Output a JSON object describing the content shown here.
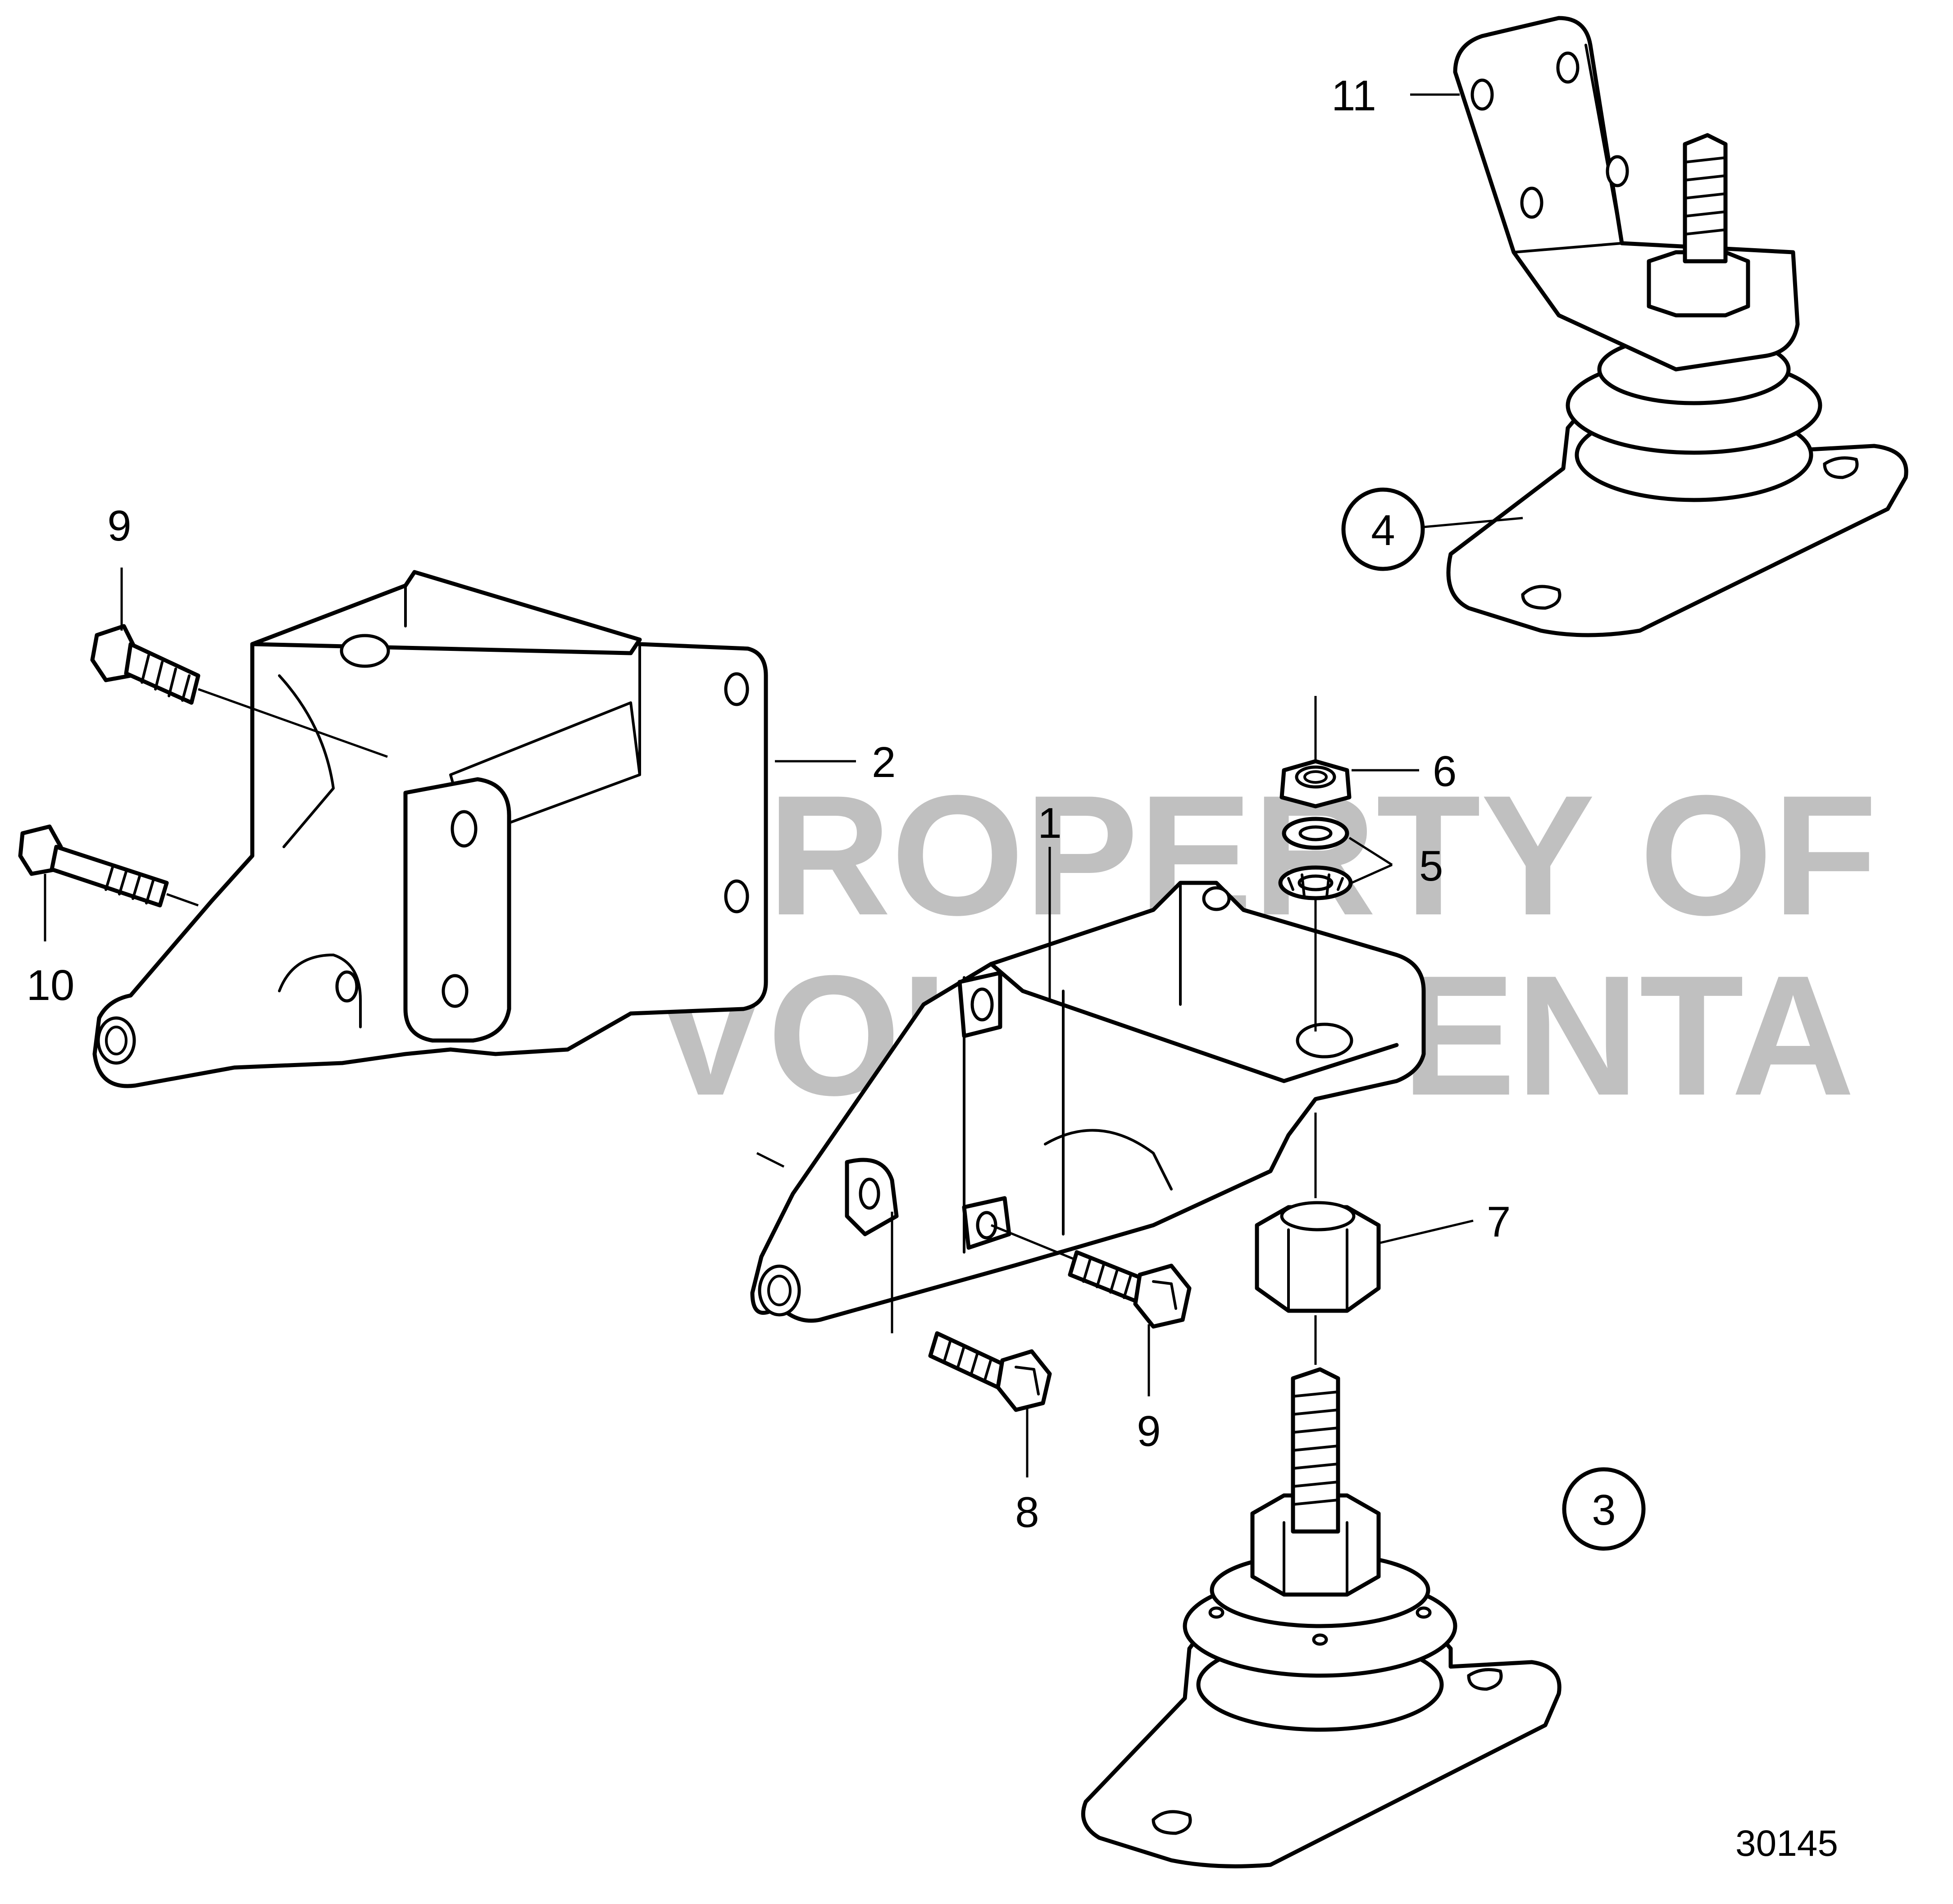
{
  "watermark": {
    "line1": "PROPERTY OF",
    "line2": "VOLVO PENTA"
  },
  "drawing_number": "30145",
  "callouts": {
    "c1": "1",
    "c2": "2",
    "c3": "3",
    "c4": "4",
    "c5": "5",
    "c6": "6",
    "c7": "7",
    "c8": "8",
    "c9a": "9",
    "c9b": "9",
    "c10": "10",
    "c11": "11"
  },
  "circled_callouts": [
    "3",
    "4"
  ],
  "colors": {
    "line": "#000000",
    "background": "#ffffff",
    "watermark": "#8c8c8c"
  }
}
